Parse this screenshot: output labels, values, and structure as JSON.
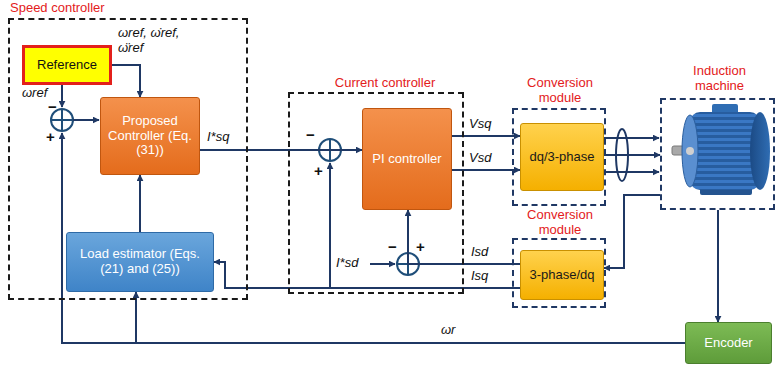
{
  "diagram": {
    "nodes": [
      {
        "text": [
          "Speed controller"
        ]
      },
      {
        "text": [
          "Reference"
        ],
        "in": 0
      },
      {
        "text": [
          "Proposed Controller (Eq. (31))"
        ],
        "in": 0
      },
      {
        "text": [
          "Load estimator (Eqs. (21) and (25))"
        ],
        "in": 0
      },
      {
        "text": [
          "Current controller"
        ]
      },
      {
        "text": [
          "PI controller"
        ],
        "in": 4
      },
      {
        "text": [
          "Conversion module"
        ]
      },
      {
        "text": [
          "dq/3-phase"
        ],
        "in": 6
      },
      {
        "text": [
          "Conversion module"
        ]
      },
      {
        "text": [
          "3-phase/dq"
        ],
        "in": 8
      },
      {
        "text": [
          "Induction machine"
        ]
      },
      {
        "text": [
          "Encoder"
        ]
      }
    ],
    "edges": [
      {
        "from": 1,
        "to": 2,
        "arrow": "to"
      },
      {
        "from": 3,
        "to": 2,
        "arrow": "to"
      },
      {
        "from": 2,
        "to": 5,
        "label": "I*sq",
        "arrow": "to"
      },
      {
        "from": 5,
        "to": 7,
        "label": "Vsq",
        "arrow": "to"
      },
      {
        "from": 5,
        "to": 7,
        "label": "Vsd",
        "arrow": "to"
      },
      {
        "from": 7,
        "to": 10,
        "arrow": "to"
      },
      {
        "from": 10,
        "to": 9,
        "arrow": "to"
      },
      {
        "from": 9,
        "to": 5,
        "label": "Isd",
        "arrow": "to"
      },
      {
        "from": 9,
        "to": 3,
        "label": "Isq",
        "arrow": "to"
      },
      {
        "from": 11,
        "to": 3,
        "label": "ωr",
        "arrow": "to"
      },
      {
        "from": 10,
        "to": 11,
        "arrow": "to"
      }
    ],
    "labels": [
      "ωref, ω̇ref, ω̈ref",
      "ωref",
      "−",
      "+",
      "−",
      "+",
      "−",
      "+",
      "I*sd"
    ]
  }
}
